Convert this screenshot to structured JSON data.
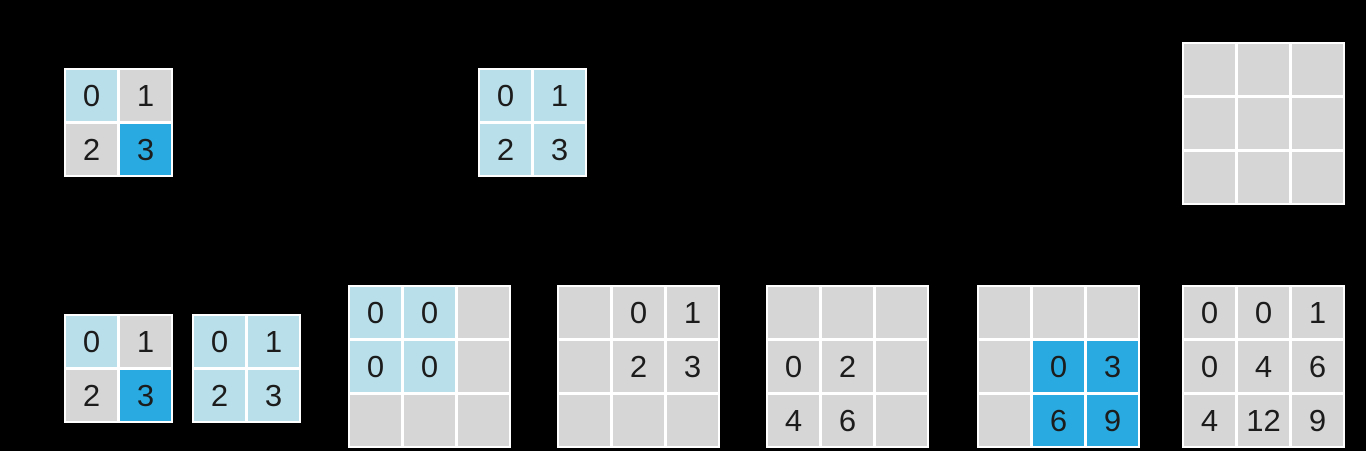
{
  "figure": {
    "title": "transposed-convolution-diagram",
    "background": "#000000"
  },
  "palette": {
    "lightblue": "#b9dfea",
    "blue": "#29abe2",
    "gray": "#d6d6d6",
    "cell_border": "#ffffff",
    "digit": "#1c1c1c"
  },
  "grids": {
    "top_input": {
      "rows": 2,
      "cols": 2,
      "cells": [
        {
          "v": "0",
          "c": "lightblue"
        },
        {
          "v": "1",
          "c": "gray"
        },
        {
          "v": "2",
          "c": "gray"
        },
        {
          "v": "3",
          "c": "blue"
        }
      ]
    },
    "top_kernel": {
      "rows": 2,
      "cols": 2,
      "cells": [
        {
          "v": "0",
          "c": "lightblue"
        },
        {
          "v": "1",
          "c": "lightblue"
        },
        {
          "v": "2",
          "c": "lightblue"
        },
        {
          "v": "3",
          "c": "lightblue"
        }
      ]
    },
    "top_output": {
      "rows": 3,
      "cols": 3,
      "cells": [
        {
          "v": "",
          "c": "gray"
        },
        {
          "v": "",
          "c": "gray"
        },
        {
          "v": "",
          "c": "gray"
        },
        {
          "v": "",
          "c": "gray"
        },
        {
          "v": "",
          "c": "gray"
        },
        {
          "v": "",
          "c": "gray"
        },
        {
          "v": "",
          "c": "gray"
        },
        {
          "v": "",
          "c": "gray"
        },
        {
          "v": "",
          "c": "gray"
        }
      ]
    },
    "bottom_input": {
      "rows": 2,
      "cols": 2,
      "cells": [
        {
          "v": "0",
          "c": "lightblue"
        },
        {
          "v": "1",
          "c": "gray"
        },
        {
          "v": "2",
          "c": "gray"
        },
        {
          "v": "3",
          "c": "blue"
        }
      ]
    },
    "bottom_kernel": {
      "rows": 2,
      "cols": 2,
      "cells": [
        {
          "v": "0",
          "c": "lightblue"
        },
        {
          "v": "1",
          "c": "lightblue"
        },
        {
          "v": "2",
          "c": "lightblue"
        },
        {
          "v": "3",
          "c": "lightblue"
        }
      ]
    },
    "partial_0": {
      "rows": 3,
      "cols": 3,
      "cells": [
        {
          "v": "0",
          "c": "lightblue"
        },
        {
          "v": "0",
          "c": "lightblue"
        },
        {
          "v": "",
          "c": "gray"
        },
        {
          "v": "0",
          "c": "lightblue"
        },
        {
          "v": "0",
          "c": "lightblue"
        },
        {
          "v": "",
          "c": "gray"
        },
        {
          "v": "",
          "c": "gray"
        },
        {
          "v": "",
          "c": "gray"
        },
        {
          "v": "",
          "c": "gray"
        }
      ]
    },
    "partial_1": {
      "rows": 3,
      "cols": 3,
      "cells": [
        {
          "v": "",
          "c": "gray"
        },
        {
          "v": "0",
          "c": "gray"
        },
        {
          "v": "1",
          "c": "gray"
        },
        {
          "v": "",
          "c": "gray"
        },
        {
          "v": "2",
          "c": "gray"
        },
        {
          "v": "3",
          "c": "gray"
        },
        {
          "v": "",
          "c": "gray"
        },
        {
          "v": "",
          "c": "gray"
        },
        {
          "v": "",
          "c": "gray"
        }
      ]
    },
    "partial_2": {
      "rows": 3,
      "cols": 3,
      "cells": [
        {
          "v": "",
          "c": "gray"
        },
        {
          "v": "",
          "c": "gray"
        },
        {
          "v": "",
          "c": "gray"
        },
        {
          "v": "0",
          "c": "gray"
        },
        {
          "v": "2",
          "c": "gray"
        },
        {
          "v": "",
          "c": "gray"
        },
        {
          "v": "4",
          "c": "gray"
        },
        {
          "v": "6",
          "c": "gray"
        },
        {
          "v": "",
          "c": "gray"
        }
      ]
    },
    "partial_3": {
      "rows": 3,
      "cols": 3,
      "cells": [
        {
          "v": "",
          "c": "gray"
        },
        {
          "v": "",
          "c": "gray"
        },
        {
          "v": "",
          "c": "gray"
        },
        {
          "v": "",
          "c": "gray"
        },
        {
          "v": "0",
          "c": "blue"
        },
        {
          "v": "3",
          "c": "blue"
        },
        {
          "v": "",
          "c": "gray"
        },
        {
          "v": "6",
          "c": "blue"
        },
        {
          "v": "9",
          "c": "blue"
        }
      ]
    },
    "result": {
      "rows": 3,
      "cols": 3,
      "cells": [
        {
          "v": "0",
          "c": "gray"
        },
        {
          "v": "0",
          "c": "gray"
        },
        {
          "v": "1",
          "c": "gray"
        },
        {
          "v": "0",
          "c": "gray"
        },
        {
          "v": "4",
          "c": "gray"
        },
        {
          "v": "6",
          "c": "gray"
        },
        {
          "v": "4",
          "c": "gray"
        },
        {
          "v": "12",
          "c": "gray"
        },
        {
          "v": "9",
          "c": "gray"
        }
      ]
    }
  }
}
